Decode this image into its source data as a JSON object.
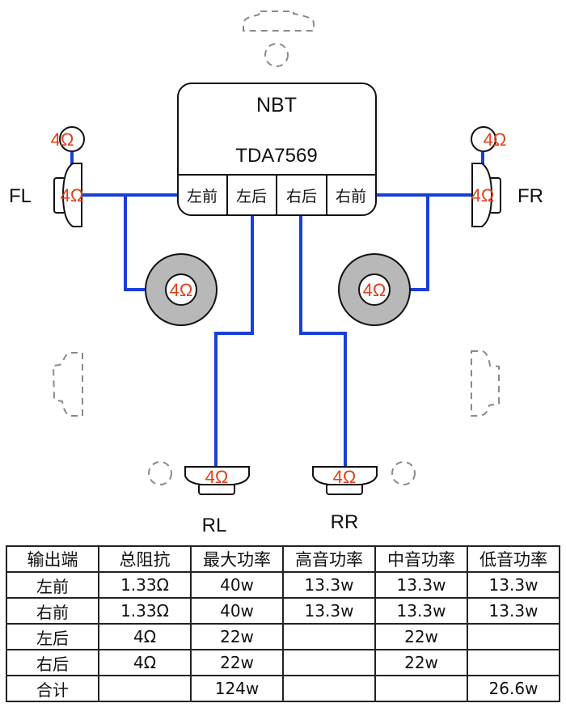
{
  "diagram": {
    "amp_brand": "NBT",
    "amp_chip": "TDA7569",
    "amp_outputs": [
      "左前",
      "左后",
      "右后",
      "右前"
    ],
    "position_labels": {
      "front_left": "FL",
      "front_right": "FR",
      "rear_left": "RL",
      "rear_right": "RR"
    },
    "impedance_labels": {
      "fl_tweeter": "4Ω",
      "fl_midrange": "4Ω",
      "fr_tweeter": "4Ω",
      "fr_midrange": "4Ω",
      "left_woofer": "4Ω",
      "right_woofer": "4Ω",
      "rl_speaker": "4Ω",
      "rr_speaker": "4Ω"
    },
    "colors": {
      "wire": "#1a3fd6",
      "impedance_text": "#e0401c",
      "woofer_fill": "#b8b8b8",
      "ghost_outline": "#8a8a8a"
    }
  },
  "table": {
    "headers": [
      "输出端",
      "总阻抗",
      "最大功率",
      "高音功率",
      "中音功率",
      "低音功率"
    ],
    "rows": [
      [
        "左前",
        "1.33Ω",
        "40w",
        "13.3w",
        "13.3w",
        "13.3w"
      ],
      [
        "右前",
        "1.33Ω",
        "40w",
        "13.3w",
        "13.3w",
        "13.3w"
      ],
      [
        "左后",
        "4Ω",
        "22w",
        "",
        "22w",
        ""
      ],
      [
        "右后",
        "4Ω",
        "22w",
        "",
        "22w",
        ""
      ],
      [
        "合计",
        "",
        "124w",
        "",
        "",
        "26.6w"
      ]
    ]
  }
}
